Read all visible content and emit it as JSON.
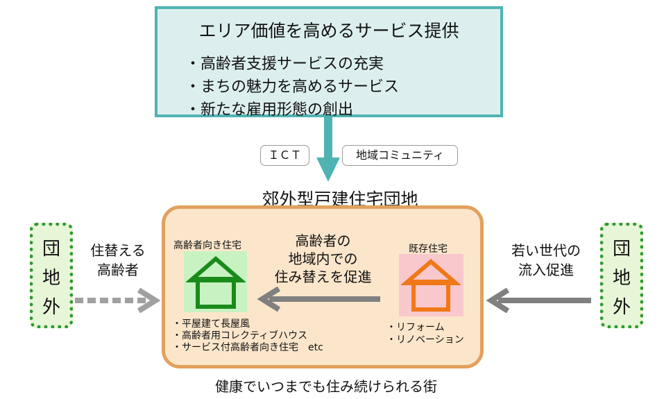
{
  "service": {
    "title": "エリア価値を高めるサービス提供",
    "items": [
      "・高齢者支援サービスの充実",
      "・まちの魅力を高めるサービス",
      "・新たな雇用形態の創出"
    ]
  },
  "tags": {
    "ict": "ＩＣＴ",
    "community": "地域コミュニティ"
  },
  "danchi": {
    "title": "郊外型戸建住宅団地",
    "senior_house_label": "高齢者向き住宅",
    "existing_house_label": "既存住宅",
    "center_text": [
      "高齢者の",
      "地域内での",
      "住み替えを促進"
    ],
    "senior_items": [
      "・平屋建て長屋風",
      "・高齢者用コレクティブハウス",
      "・サービス付高齢者向き住宅　etc"
    ],
    "existing_items": [
      "・リフォーム",
      "・リノベーション"
    ]
  },
  "left": {
    "box_chars": [
      "団",
      "地",
      "外"
    ],
    "text": [
      "住替える",
      "高齢者"
    ]
  },
  "right": {
    "box_chars": [
      "団",
      "地",
      "外"
    ],
    "text": [
      "若い世代の",
      "流入促進"
    ]
  },
  "footer": "健康でいつまでも住み続けられる街",
  "colors": {
    "teal": "#4fb3b4",
    "teal_fill": "#dcefee",
    "orange_border": "#e3a05d",
    "orange_fill": "#fce6cb",
    "green": "#2e9a2e",
    "green_fill": "#e8f6d8",
    "house_green": "#1a8a1a",
    "house_orange": "#f07818",
    "arrow_gray": "#808080"
  }
}
